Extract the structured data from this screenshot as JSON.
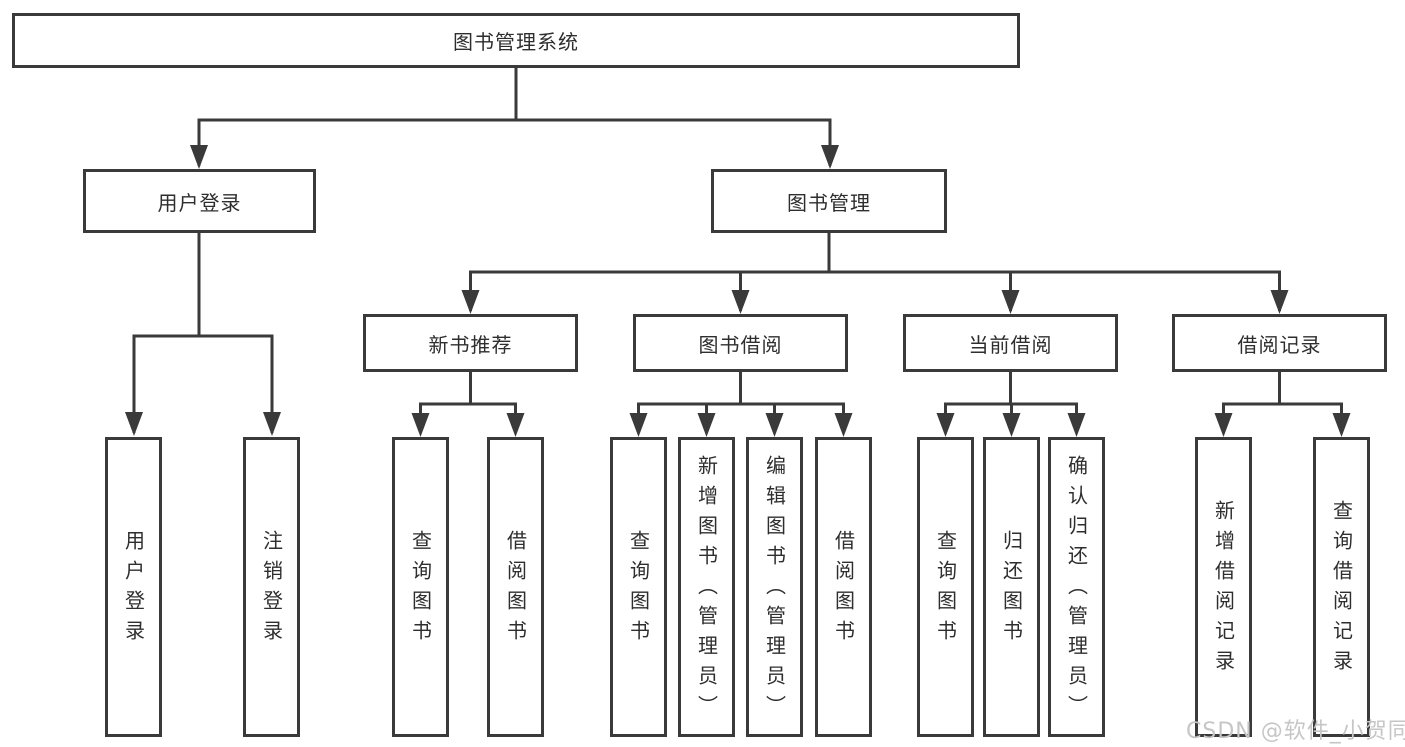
{
  "colors": {
    "line": "#3a3a3a",
    "box_border": "#3a3a3a",
    "text": "#2e2e2e",
    "watermark": "#c6c6c6",
    "background": "#ffffff"
  },
  "tree": {
    "label": "图书管理系统",
    "children": [
      {
        "label": "用户登录",
        "children": [
          {
            "label": "用户登录"
          },
          {
            "label": "注销登录"
          }
        ]
      },
      {
        "label": "图书管理",
        "children": [
          {
            "label": "新书推荐",
            "children": [
              {
                "label": "查询图书"
              },
              {
                "label": "借阅图书"
              }
            ]
          },
          {
            "label": "图书借阅",
            "children": [
              {
                "label": "查询图书"
              },
              {
                "label": "新增图书（管理员）"
              },
              {
                "label": "编辑图书（管理员）"
              },
              {
                "label": "借阅图书"
              }
            ]
          },
          {
            "label": "当前借阅",
            "children": [
              {
                "label": "查询图书"
              },
              {
                "label": "归还图书"
              },
              {
                "label": "确认归还（管理员）"
              }
            ]
          },
          {
            "label": "借阅记录",
            "children": [
              {
                "label": "新增借阅记录"
              },
              {
                "label": "查询借阅记录"
              }
            ]
          }
        ]
      }
    ]
  },
  "watermark": {
    "text": "CSDN @软件_小贺同学"
  }
}
